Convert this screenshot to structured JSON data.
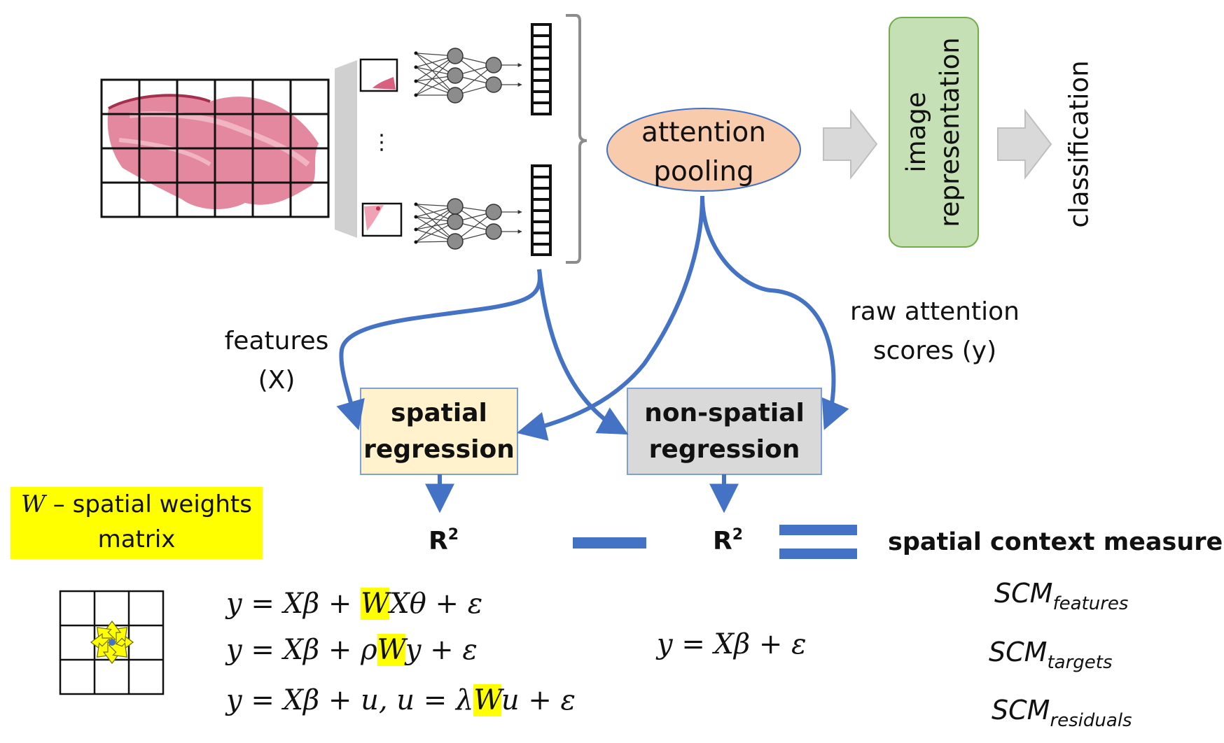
{
  "attention_pooling": "attention pooling",
  "image_representation": "image representation",
  "classification": "classification",
  "ellipsis": "⋮",
  "features_label": [
    "features",
    "(X)"
  ],
  "raw_attention_label": [
    "raw attention",
    "scores (y)"
  ],
  "spatial_regression": [
    "spatial",
    "regression"
  ],
  "non_spatial_regression": [
    "non-spatial",
    "regression"
  ],
  "r2_left": "R",
  "r2_right": "R",
  "r2_superscript": "2",
  "spatial_context_measure": "spatial context measure",
  "weights_note": {
    "symbol": "W",
    "line1_rest": " – spatial weights",
    "line2": "matrix"
  },
  "equations_spatial": [
    {
      "pre": "y = Xβ + ",
      "hl": "W",
      "post": "Xθ + ε"
    },
    {
      "pre": "y = Xβ + ρ",
      "hl": "W",
      "post": "y + ε"
    },
    {
      "pre": "y = Xβ + u, u = λ",
      "hl": "W",
      "post": "u + ε"
    }
  ],
  "equation_nonspatial": "y = Xβ + ε",
  "scm": [
    {
      "base": "SCM",
      "sub": "features"
    },
    {
      "base": "SCM",
      "sub": "targets"
    },
    {
      "base": "SCM",
      "sub": "residuals"
    }
  ],
  "colors": {
    "arrow_blue": "#4472c4",
    "attention_fill": "#f8cbad",
    "attention_stroke": "#4472c4",
    "image_rep_fill": "#c5e0b4",
    "image_rep_stroke": "#70ad47",
    "spatial_fill": "#fff2cc",
    "spatial_stroke": "#7f9fd8",
    "nonspatial_fill": "#d9d9d9",
    "nonspatial_stroke": "#7f9fd8",
    "highlight": "#ffff00",
    "tissue": "#d9607f",
    "grey_arrow": "#d9d9d9"
  }
}
